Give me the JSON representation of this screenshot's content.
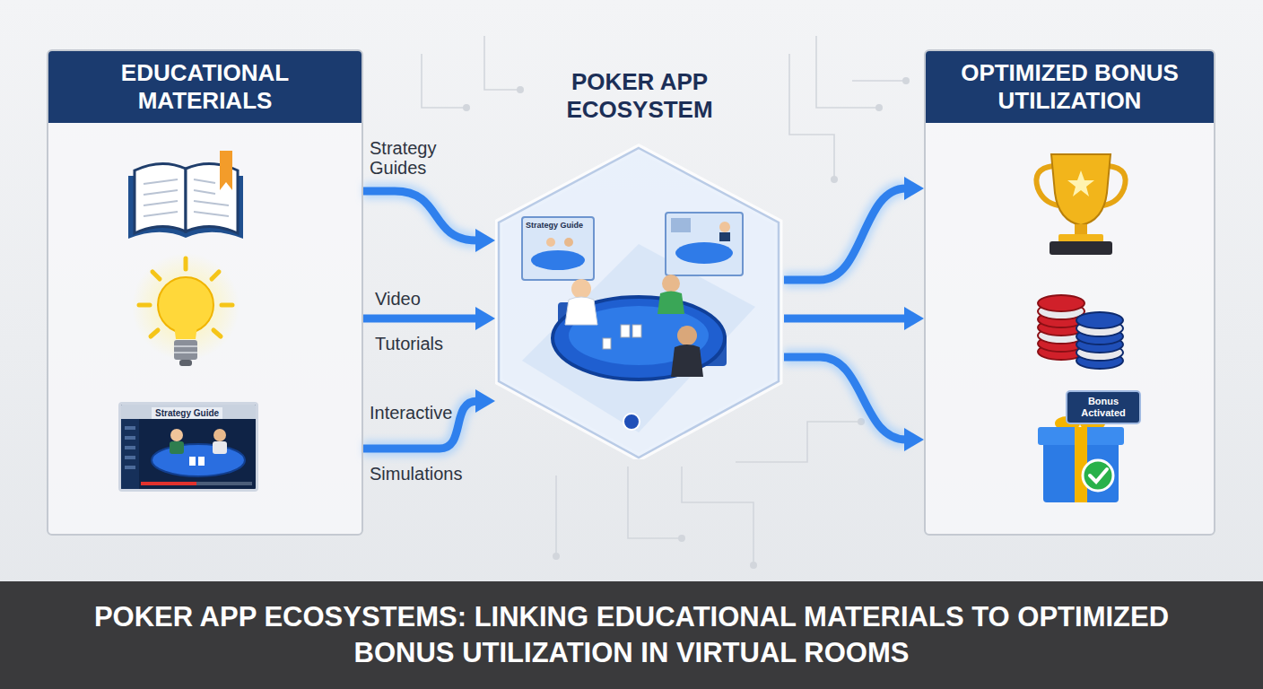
{
  "diagram": {
    "caption": "POKER APP ECOSYSTEMS: LINKING EDUCATIONAL MATERIALS TO OPTIMIZED BONUS UTILIZATION IN VIRTUAL ROOMS",
    "nodes": [
      {
        "text": [
          "EDUCATIONAL MATERIALS"
        ]
      },
      {
        "text": [
          "Strategy Guide"
        ],
        "in": 0
      },
      {
        "text": [
          "POKER APP ECOSYSTEM"
        ]
      },
      {
        "text": [
          "OPTIMIZED BONUS UTILIZATION"
        ]
      },
      {
        "text": [
          "Bonus Activated"
        ],
        "in": 3
      }
    ],
    "edges": [
      {
        "from": 0,
        "to": 2,
        "arrow": "to",
        "label": "Strategy Guides"
      },
      {
        "from": 0,
        "to": 2,
        "arrow": "to",
        "label": "Video Tutorials"
      },
      {
        "from": 0,
        "to": 2,
        "arrow": "to",
        "label": "Interactive Simulations"
      },
      {
        "from": 2,
        "to": 3,
        "arrow": "to"
      },
      {
        "from": 2,
        "to": 3,
        "arrow": "to"
      },
      {
        "from": 2,
        "to": 3,
        "arrow": "to"
      }
    ],
    "labels": [
      "Strategy Guide"
    ]
  }
}
